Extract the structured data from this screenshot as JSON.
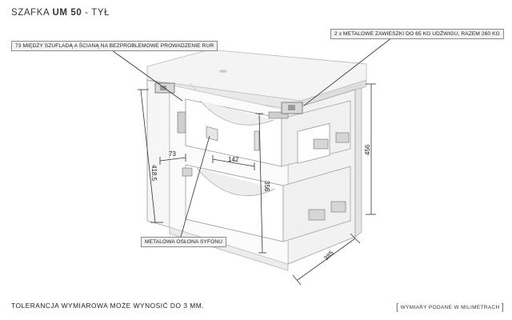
{
  "title": {
    "prefix": "SZAFKA",
    "model": "UM 50",
    "suffix": "- TYŁ"
  },
  "callouts": {
    "left": "73 MIĘDZY SZUFLADĄ A ŚCIANĄ NA BEZPROBLEMOWE PROWADZENIE RUR",
    "right": "2 x METALOWE ZAWIESZKI DO 65 KG UDŹWIGU, RAZEM 260 KG",
    "bottom": "METALOWA OSŁONA SYFONU"
  },
  "dimensions": {
    "height_left": "418.5",
    "gap": "73",
    "drawer": "142",
    "inner_height": "356",
    "height_right": "456",
    "depth": "385"
  },
  "footer": {
    "tolerance": "TOLERANCJA WYMIAROWA MOŻE WYNOSIĆ DO 3 MM.",
    "units": "WYMIARY PODANE W MILIMETRACH"
  },
  "colors": {
    "panel": "#f7f7f7",
    "edge": "#9a9a9a",
    "line": "#333333"
  }
}
